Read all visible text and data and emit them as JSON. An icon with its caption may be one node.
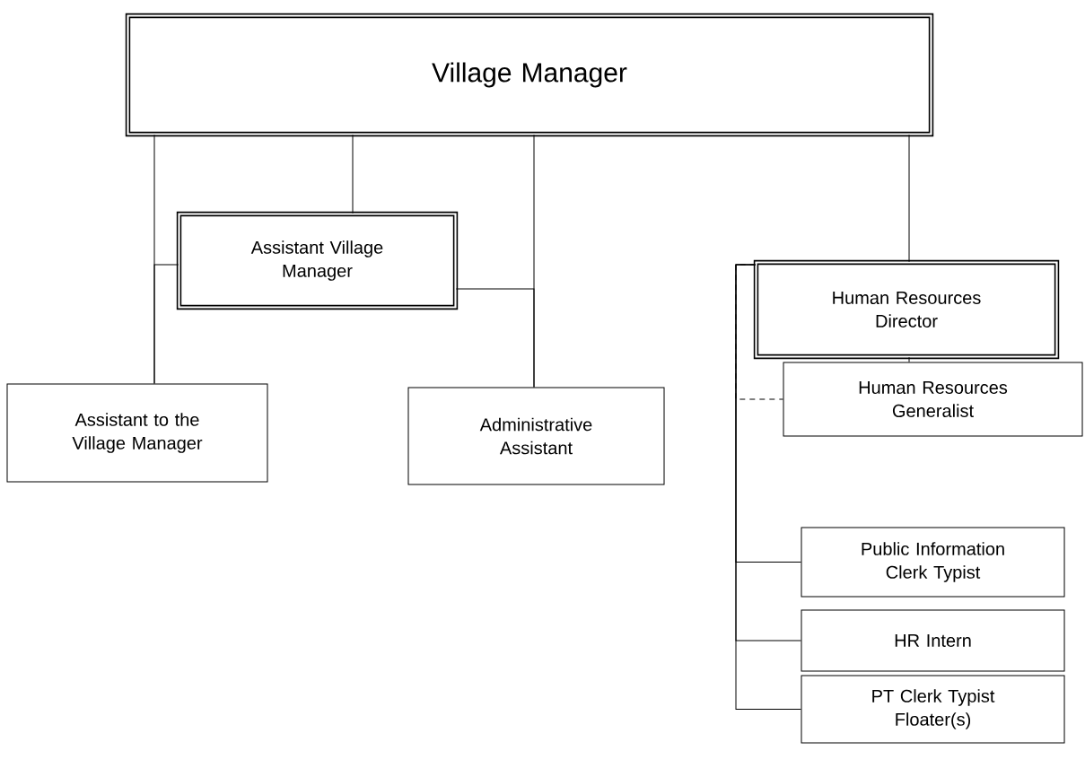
{
  "diagram": {
    "nodes": [
      {
        "text": [
          "Village Manager"
        ]
      },
      {
        "text": [
          "Assistant Village Manager"
        ]
      },
      {
        "text": [
          "Assistant to the Village Manager"
        ]
      },
      {
        "text": [
          "Administrative Assistant"
        ]
      },
      {
        "text": [
          "Human Resources Director"
        ]
      },
      {
        "text": [
          "Human Resources Generalist"
        ]
      },
      {
        "text": [
          "Public Information Clerk Typist"
        ]
      },
      {
        "text": [
          "HR Intern"
        ]
      },
      {
        "text": [
          "PT Clerk Typist Floater(s)"
        ]
      }
    ],
    "edges": [
      {
        "from": 0,
        "to": 2,
        "arrow": "none"
      },
      {
        "from": 0,
        "to": 1,
        "arrow": "none"
      },
      {
        "from": 0,
        "to": 3,
        "arrow": "none"
      },
      {
        "from": 0,
        "to": 4,
        "arrow": "none"
      },
      {
        "from": 1,
        "to": 2,
        "arrow": "none"
      },
      {
        "from": 1,
        "to": 3,
        "arrow": "none"
      },
      {
        "from": 4,
        "to": 5,
        "arrow": "none"
      },
      {
        "from": 4,
        "to": 5,
        "arrow": "none",
        "style": "dashed"
      },
      {
        "from": 4,
        "to": 6,
        "arrow": "none"
      },
      {
        "from": 4,
        "to": 7,
        "arrow": "none"
      },
      {
        "from": 4,
        "to": 8,
        "arrow": "none"
      }
    ]
  }
}
